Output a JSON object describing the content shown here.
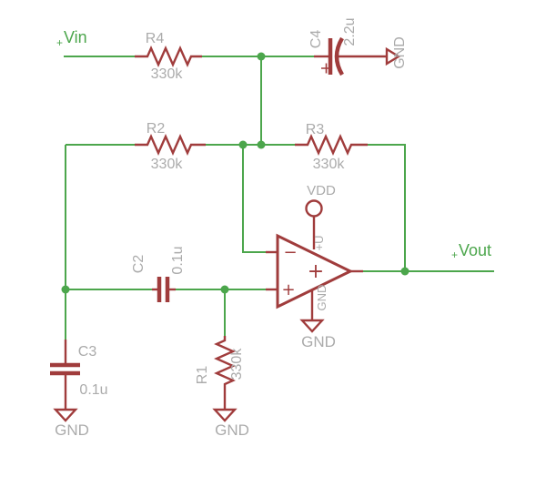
{
  "colors": {
    "background": "#FFFFFF",
    "net": "#4CA64C",
    "component": "#A03C3C",
    "label": "#ABABAB"
  },
  "net_labels": {
    "vin": {
      "pin_marker": "+",
      "name": "Vin"
    },
    "vout": {
      "pin_marker": "+",
      "name": "Vout"
    }
  },
  "components": {
    "R4": {
      "name": "R4",
      "value": "330k"
    },
    "R2": {
      "name": "R2",
      "value": "330k"
    },
    "R3": {
      "name": "R3",
      "value": "330k"
    },
    "R1": {
      "name": "R1",
      "value": "330k"
    },
    "C2": {
      "name": "C2",
      "value": "0.1u"
    },
    "C3": {
      "name": "C3",
      "value": "0.1u"
    },
    "C4": {
      "name": "C4",
      "value": "2.2u",
      "polarity_marker": "+"
    },
    "opamp": {
      "supply_label": "VDD",
      "supply_pin": "+U",
      "ground_pin": "GND",
      "inverting_input": "−",
      "noninverting_input": "+",
      "body_marker": "+"
    }
  },
  "ground_labels": {
    "c4": "GND",
    "c3": "GND",
    "r1": "GND",
    "opamp": "GND"
  }
}
